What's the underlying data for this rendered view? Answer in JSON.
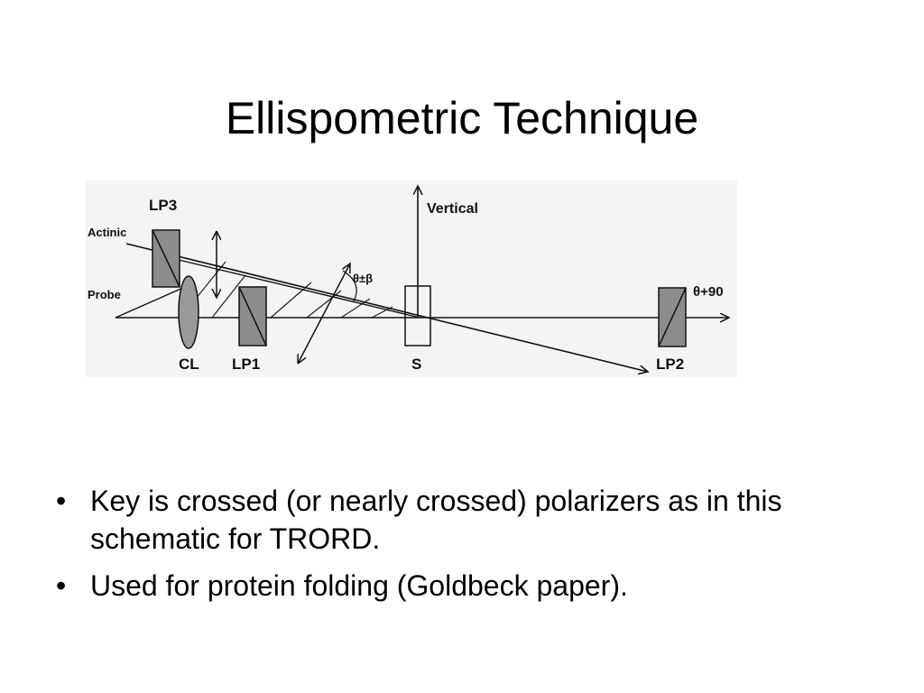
{
  "slide": {
    "title": "Ellispometric Technique"
  },
  "diagram": {
    "labels": {
      "lp3": "LP3",
      "actinic": "Actinic",
      "probe": "Probe",
      "vertical": "Vertical",
      "theta_beta": "θ±β",
      "theta_90": "θ+90",
      "cl": "CL",
      "lp1": "LP1",
      "s": "S",
      "lp2": "LP2"
    }
  },
  "bullets": [
    {
      "marker": "•",
      "text": "Key is crossed (or nearly crossed) polarizers as in this schematic for TRORD."
    },
    {
      "marker": "•",
      "text": "Used for protein folding (Goldbeck paper)."
    }
  ]
}
